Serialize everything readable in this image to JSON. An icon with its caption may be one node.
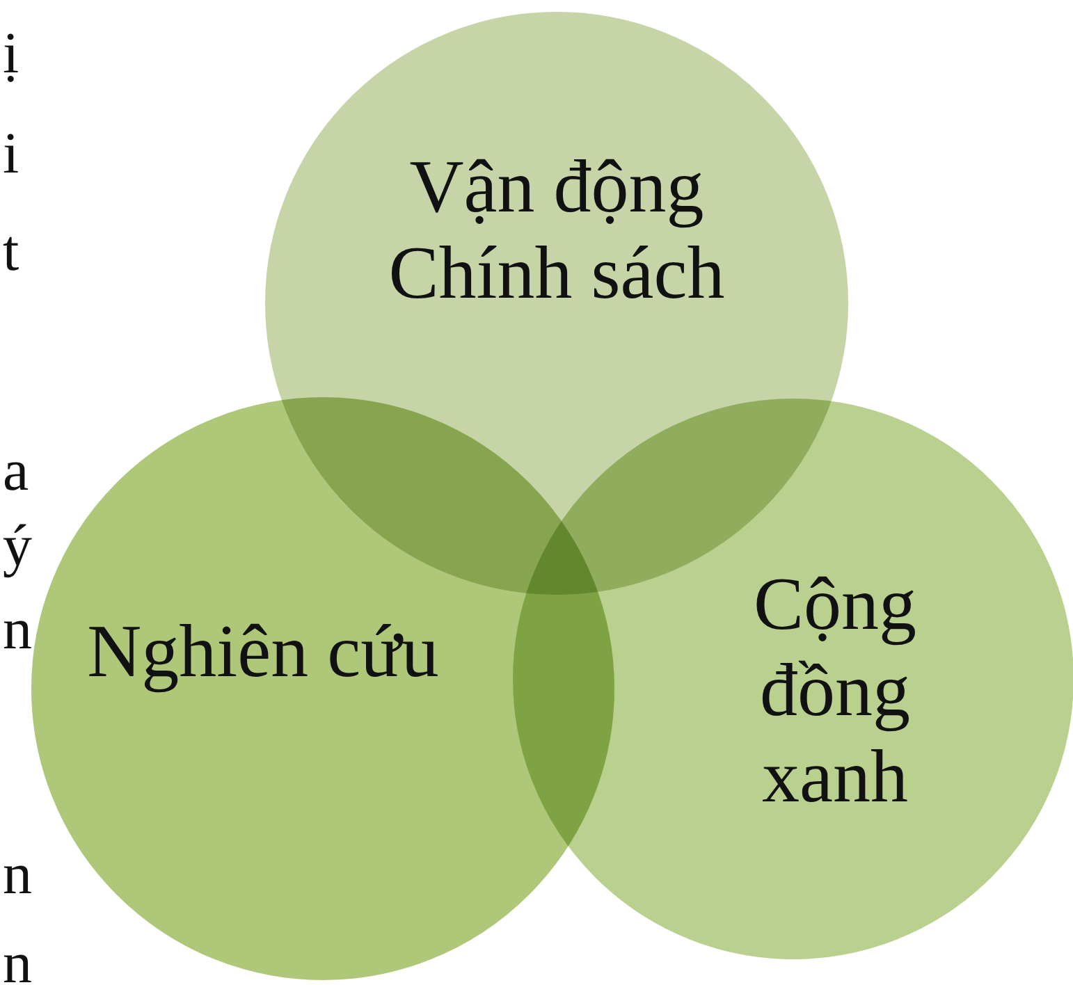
{
  "diagram": {
    "nodes": [
      {
        "text": [
          "Vận động Chính sách"
        ]
      },
      {
        "text": [
          "Nghiên cứu"
        ]
      },
      {
        "text": [
          "Cộng đồng xanh"
        ]
      }
    ],
    "labels": [
      "ị",
      "i",
      "t",
      "a",
      "ý",
      "n",
      "n",
      "n"
    ]
  }
}
